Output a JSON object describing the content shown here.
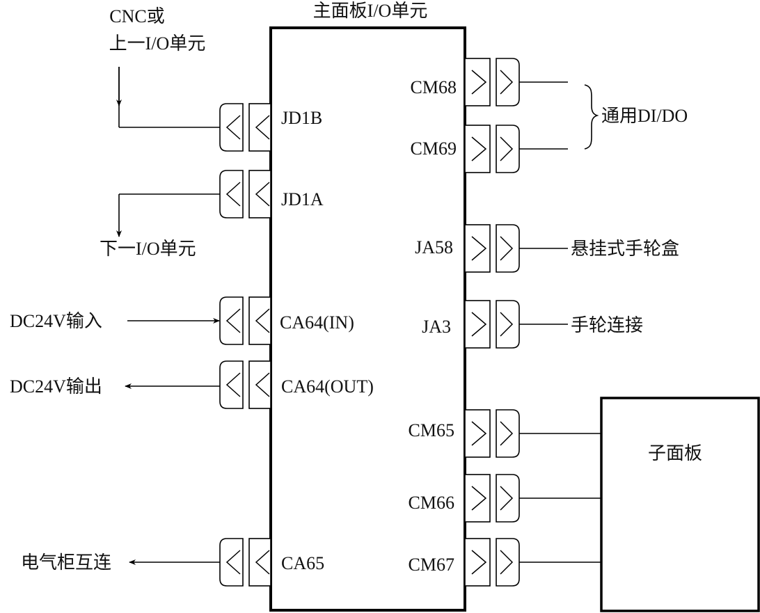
{
  "main_board": {
    "title": "主面板I/O单元"
  },
  "sub_board": {
    "title": "子面板"
  },
  "left_ports": [
    {
      "id": "JD1B",
      "label": "JD1B",
      "target": "CNC或\n上一I/O单元",
      "direction": "in"
    },
    {
      "id": "JD1A",
      "label": "JD1A",
      "target": "下一I/O单元",
      "direction": "out"
    },
    {
      "id": "CA64IN",
      "label": "CA64(IN)",
      "target": "DC24V输入",
      "direction": "in"
    },
    {
      "id": "CA64OUT",
      "label": "CA64(OUT)",
      "target": "DC24V输出",
      "direction": "out"
    },
    {
      "id": "CA65",
      "label": "CA65",
      "target": "电气柜互连",
      "direction": "out"
    }
  ],
  "right_ports": [
    {
      "id": "CM68",
      "label": "CM68",
      "target": "通用DI/DO"
    },
    {
      "id": "CM69",
      "label": "CM69",
      "target": "通用DI/DO"
    },
    {
      "id": "JA58",
      "label": "JA58",
      "target": "悬挂式手轮盒"
    },
    {
      "id": "JA3",
      "label": "JA3",
      "target": "手轮连接"
    },
    {
      "id": "CM65",
      "label": "CM65",
      "target": "子面板"
    },
    {
      "id": "CM66",
      "label": "CM66",
      "target": "子面板"
    },
    {
      "id": "CM67",
      "label": "CM67",
      "target": "子面板"
    }
  ],
  "external_labels": {
    "cnc_line1": "CNC或",
    "cnc_line2": "上一I/O单元",
    "next_io": "下一I/O单元",
    "dc24v_in": "DC24V输入",
    "dc24v_out": "DC24V输出",
    "cabinet": "电气柜互连",
    "general_dido": "通用DI/DO",
    "pendant_handwheel": "悬挂式手轮盒",
    "handwheel_conn": "手轮连接"
  }
}
